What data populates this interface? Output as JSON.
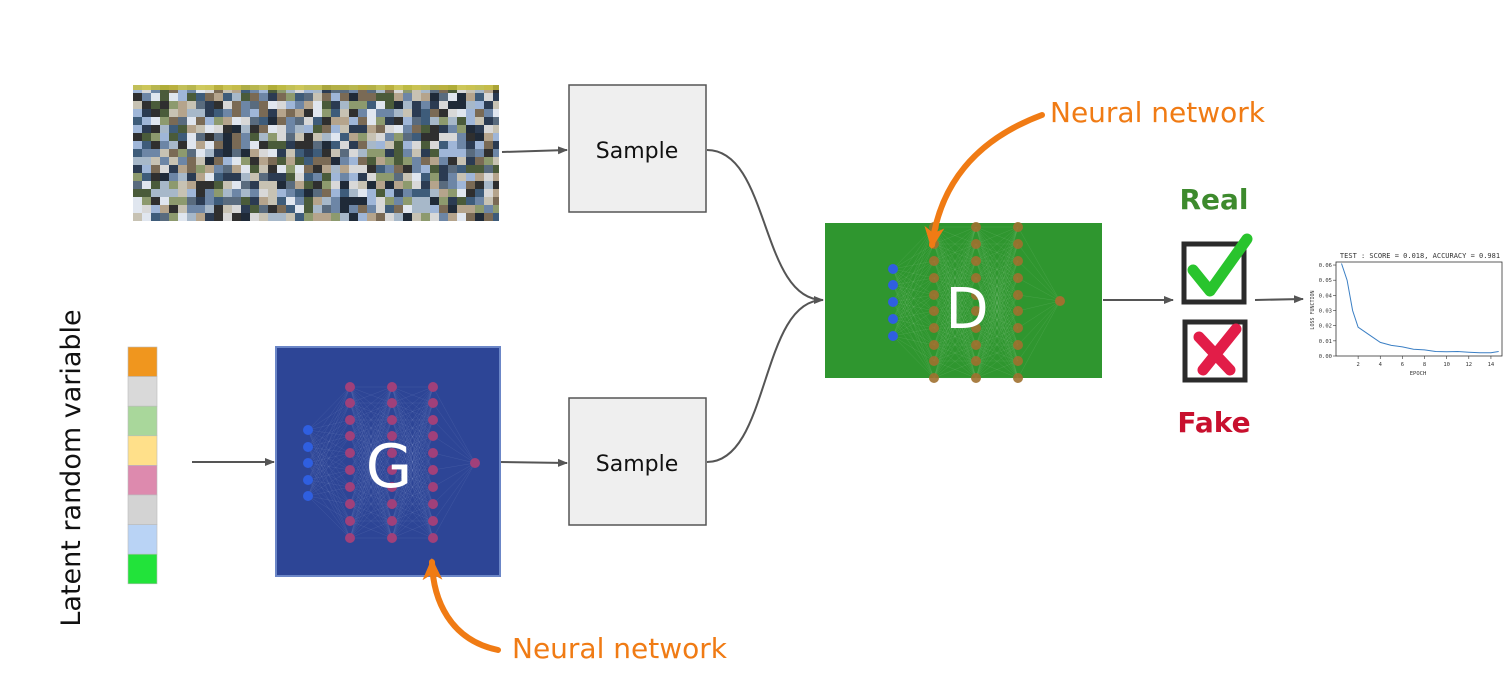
{
  "latent": {
    "label": "Latent random variable",
    "colors": [
      "#f0961e",
      "#d9d9d9",
      "#a9d79b",
      "#ffe08a",
      "#dd8aae",
      "#d3d3d3",
      "#b9d3f5",
      "#22e33a"
    ]
  },
  "real_samples": {
    "tile_colors": [
      "#2b3b52",
      "#6d86a6",
      "#a7b8c9",
      "#4a5b3a",
      "#c7c2b3",
      "#2f2f2f",
      "#7a6a55",
      "#9fb6d8",
      "#d8d8d8",
      "#3e5c7a",
      "#8d9a6e",
      "#b5a48c",
      "#1f2a38",
      "#e0e6ef",
      "#596b7e"
    ]
  },
  "sample_top": {
    "label": "Sample"
  },
  "sample_bottom": {
    "label": "Sample"
  },
  "generator": {
    "letter": "G",
    "fill": "#2d4596"
  },
  "discriminator": {
    "letter": "D",
    "fill": "#2f962f"
  },
  "labels": {
    "nn_top": "Neural network",
    "nn_bottom": "Neural network",
    "real": "Real",
    "fake": "Fake"
  },
  "colors": {
    "orange": "#f07b14",
    "real": "#3d8a2d",
    "fake": "#c8102e",
    "check": "#29c42d",
    "cross": "#e21d48"
  },
  "chart_data": {
    "type": "line",
    "title": "TEST : SCORE = 0.018, ACCURACY = 0.981",
    "xlabel": "EPOCH",
    "ylabel": "LOSS FUNCTION",
    "xticks": [
      "2",
      "4",
      "6",
      "8",
      "10",
      "12",
      "14"
    ],
    "yticks": [
      "0.00",
      "0.01",
      "0.02",
      "0.03",
      "0.04",
      "0.05",
      "0.06"
    ],
    "xlim": [
      0,
      15
    ],
    "ylim": [
      0,
      0.062
    ],
    "x": [
      0.5,
      1,
      1.5,
      2,
      3,
      4,
      5,
      6,
      7,
      8,
      9,
      10,
      11,
      12,
      13,
      14,
      14.7
    ],
    "values": [
      0.061,
      0.05,
      0.03,
      0.019,
      0.014,
      0.009,
      0.007,
      0.006,
      0.0045,
      0.004,
      0.003,
      0.0028,
      0.003,
      0.0025,
      0.0022,
      0.0022,
      0.003
    ]
  }
}
